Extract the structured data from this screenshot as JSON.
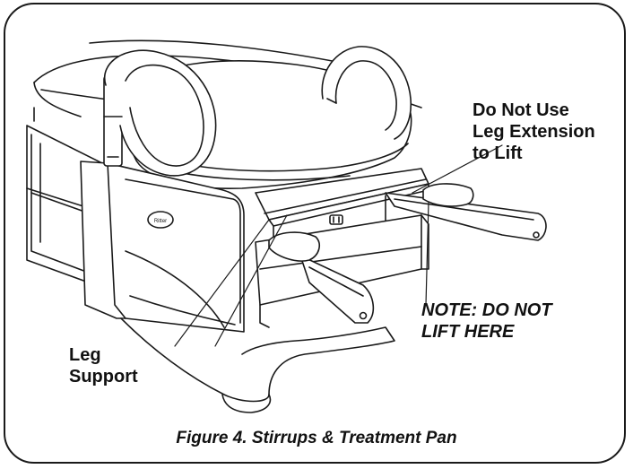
{
  "callouts": {
    "do_not_use": [
      "Do Not Use",
      "Leg Extension",
      "to Lift"
    ],
    "note": [
      "NOTE: DO NOT",
      "LIFT HERE"
    ],
    "leg_support": [
      "Leg",
      "Support"
    ]
  },
  "caption": "Figure 4. Stirrups & Treatment Pan",
  "brand_badge": "Ritter"
}
